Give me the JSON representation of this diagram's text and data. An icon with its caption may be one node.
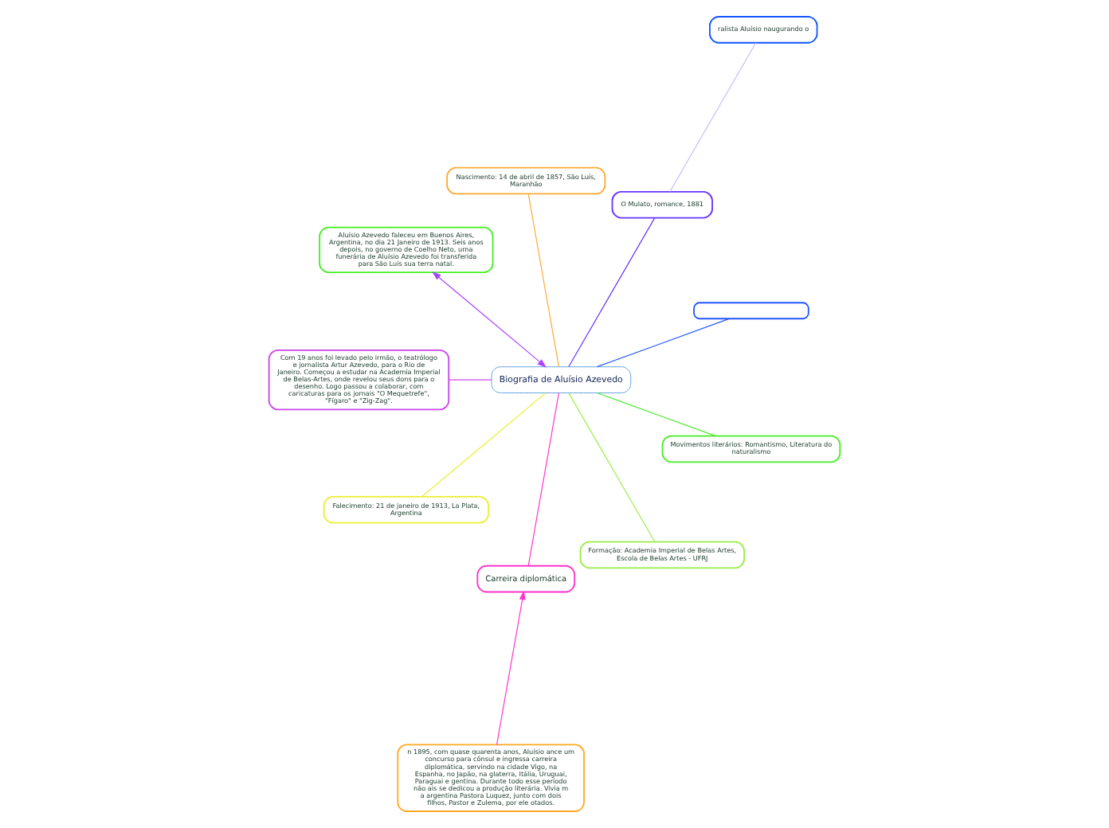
{
  "diagram": {
    "nodes": [
      {
        "text": [],
        "shape": "box"
      },
      {
        "text": [
          "ralista Aluísio naugurando o"
        ]
      },
      {
        "text": [
          "O Mulato, romance, 1881"
        ]
      },
      {
        "text": [
          "Nascimento: 14 de abril de 1857, São Luís, Maranhão"
        ]
      },
      {
        "text": [
          "Aluísio Azevedo faleceu em Buenos Aires, Argentina, no dia 21 Janeiro de 1913. Seis anos depois, no governo de Coelho Neto, urna funerária de Aluísio Azevedo foi transferida para São Luís sua terra natal."
        ]
      },
      {
        "text": [
          "Com 19 anos foi levado pelo irmão, o teatrólogo e jornalista Artur Azevedo, para o Rio de Janeiro. Começou a estudar na Academia Imperial de Belas-Artes, onde revelou seus dons para o desenho. Logo passou a colaborar, com caricaturas para os jornais \"O Mequetrefe\", \"Fígaro\" e \"Zig-Zag\"."
        ]
      },
      {
        "text": [
          "Biografia de Aluísio Azevedo"
        ]
      },
      {
        "text": [
          "Falecimento: 21 de janeiro de 1913, La Plata, Argentina"
        ]
      },
      {
        "text": [
          "Carreira diplomática"
        ]
      },
      {
        "text": [
          "Formação: Academia Imperial de Belas Artes, Escola de Belas Artes - UFRJ"
        ]
      },
      {
        "text": [
          "Movimentos literários: Romantismo, Literatura do naturalismo"
        ]
      },
      {
        "text": [
          "n 1895, com quase quarenta anos, Aluísio ance um concurso para cônsul e ingressa carreira diplomática, servindo na cidade Vigo, na Espanha, no Japão, na glaterra, Itália, Uruguai, Paraguai e gentina. Durante todo esse período não ais se dedicou a produção literária. Vivia m a argentina Pastora Luquez, junto com dois filhos, Pastor e Zulema, por ele otados."
        ]
      }
    ],
    "edges": [
      {
        "from": 6,
        "to": 0,
        "arrow": "none",
        "color": "#2255ff"
      },
      {
        "from": 6,
        "to": 2,
        "arrow": "none",
        "color": "#6633ff"
      },
      {
        "from": 2,
        "to": 1,
        "arrow": "none",
        "color": "#c8b8ff"
      },
      {
        "from": 6,
        "to": 5,
        "arrow": "none",
        "color": "#cc44ee"
      },
      {
        "from": 6,
        "to": 8,
        "arrow": "none",
        "color": "#ff33cc"
      },
      {
        "from": 11,
        "to": 8,
        "arrow": "to",
        "color": "#ff33cc"
      },
      {
        "from": 6,
        "to": 3,
        "arrow": "none",
        "color": "#ffaa33"
      },
      {
        "from": 6,
        "to": 4,
        "arrow": "both",
        "color": "#aa44ff"
      },
      {
        "from": 6,
        "to": 7,
        "arrow": "none",
        "color": "#eeee33"
      },
      {
        "from": 6,
        "to": 9,
        "arrow": "none",
        "color": "#99ee44"
      },
      {
        "from": 6,
        "to": 10,
        "arrow": "none",
        "color": "#44ee22"
      }
    ]
  }
}
